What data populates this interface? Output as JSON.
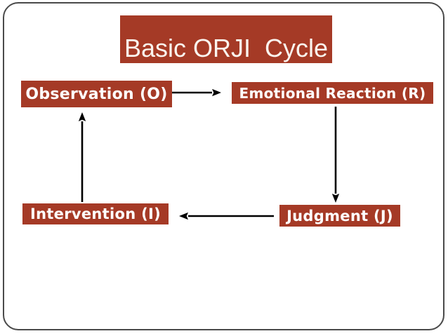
{
  "slide": {
    "title": "Basic ORJI  Cycle",
    "nodes": [
      {
        "id": "observation",
        "label": "Observation (O)"
      },
      {
        "id": "emotional-reaction",
        "label": "Emotional Reaction (R)"
      },
      {
        "id": "judgment",
        "label": "Judgment (J)"
      },
      {
        "id": "intervention",
        "label": "Intervention (I)"
      }
    ],
    "edges": [
      {
        "from": "observation",
        "to": "emotional-reaction",
        "direction": "right"
      },
      {
        "from": "emotional-reaction",
        "to": "judgment",
        "direction": "down"
      },
      {
        "from": "judgment",
        "to": "intervention",
        "direction": "left"
      },
      {
        "from": "intervention",
        "to": "observation",
        "direction": "up"
      }
    ],
    "colors": {
      "box_background": "#A53A26",
      "box_text": "#FFFFFF",
      "title_text": "#FAF4EE",
      "arrow": "#000000",
      "frame_border": "#4A4A4A",
      "slide_background": "#FFFFFF"
    }
  }
}
